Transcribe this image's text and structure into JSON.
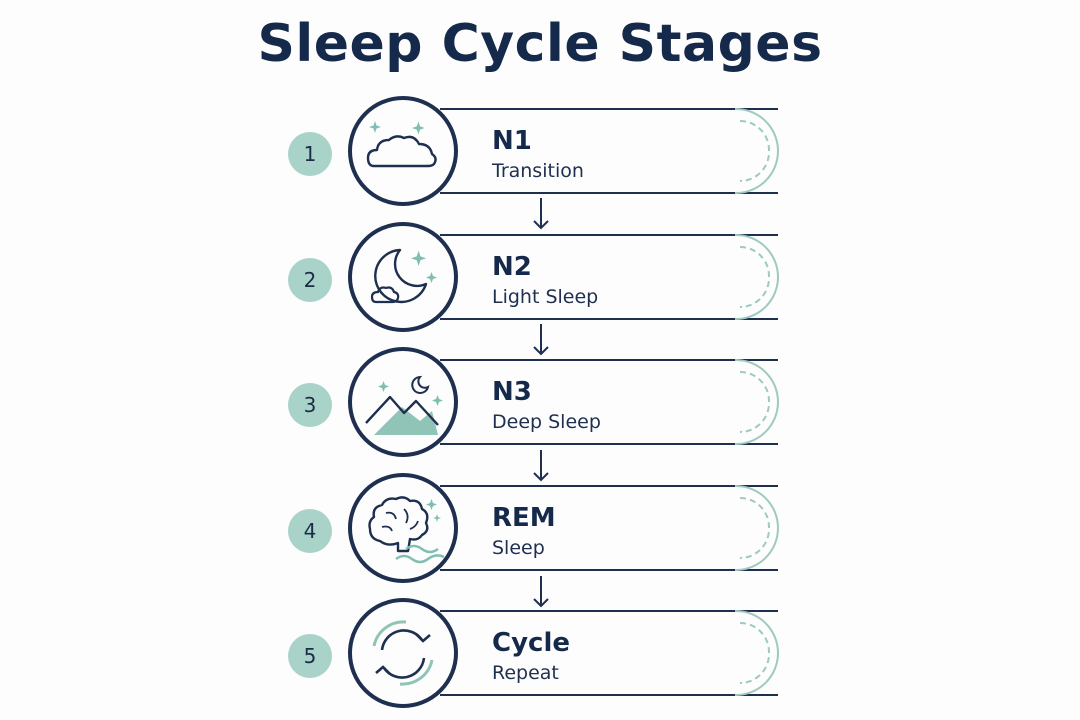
{
  "title": "Sleep Cycle Stages",
  "colors": {
    "navy": "#1e2f4f",
    "teal": "#9fcabe",
    "badge": "#a9d3c8"
  },
  "stages": [
    {
      "number": "1",
      "name": "N1",
      "description": "Transition",
      "icon": "cloud-icon"
    },
    {
      "number": "2",
      "name": "N2",
      "description": "Light Sleep",
      "icon": "moon-icon"
    },
    {
      "number": "3",
      "name": "N3",
      "description": "Deep Sleep",
      "icon": "mountain-icon"
    },
    {
      "number": "4",
      "name": "REM",
      "description": "Sleep",
      "icon": "brain-icon"
    },
    {
      "number": "5",
      "name": "Cycle",
      "description": "Repeat",
      "icon": "repeat-icon"
    }
  ]
}
